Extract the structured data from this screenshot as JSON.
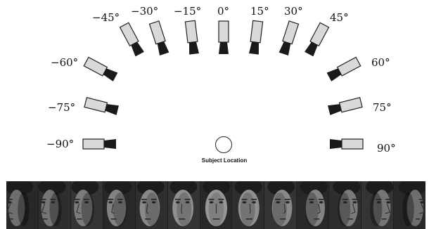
{
  "cameras": [
    {
      "angle": -90,
      "label": "−90°"
    },
    {
      "angle": -75,
      "label": "−75°"
    },
    {
      "angle": -60,
      "label": "−60°"
    },
    {
      "angle": -45,
      "label": "−45°"
    },
    {
      "angle": -30,
      "label": "−30°"
    },
    {
      "angle": -15,
      "label": "−15°"
    },
    {
      "angle": 0,
      "label": "0°"
    },
    {
      "angle": 15,
      "label": "15°"
    },
    {
      "angle": 30,
      "label": "30°"
    },
    {
      "angle": 45,
      "label": "45°"
    },
    {
      "angle": 60,
      "label": "60°"
    },
    {
      "angle": 75,
      "label": "75°"
    },
    {
      "angle": 90,
      "label": "90°"
    }
  ],
  "subject": {
    "label": "Subject Location"
  },
  "face_strip": {
    "poses": [
      -90,
      -75,
      -60,
      -45,
      -30,
      -15,
      0,
      15,
      30,
      45,
      60,
      75,
      90
    ]
  },
  "colors": {
    "camera_body": "#d9d9d9",
    "camera_lens": "#1a1a1a",
    "outline": "#222222"
  }
}
